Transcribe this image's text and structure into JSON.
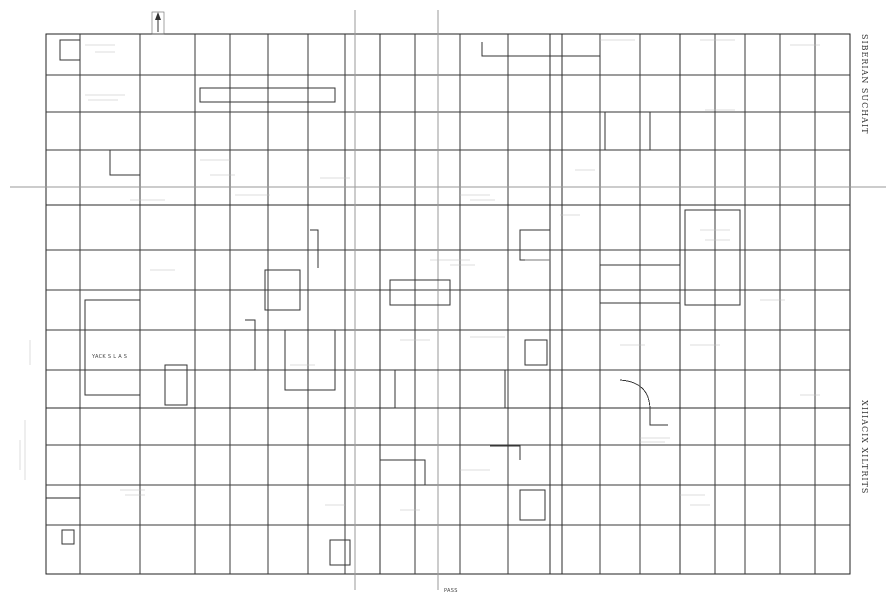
{
  "map": {
    "type": "cadastral-plat",
    "orientation": "landscape",
    "colors": {
      "line": "#333333",
      "background": "#ffffff",
      "faint": "#9a9a9a"
    },
    "north_arrow": "north-arrow-icon",
    "side_title_top": "SIBERIAN SUCHAIT",
    "side_title_bottom": "XIIIACIX XILTRITS",
    "bottom_label": "PASS",
    "block_labels": [
      "YACK S L A S"
    ]
  }
}
